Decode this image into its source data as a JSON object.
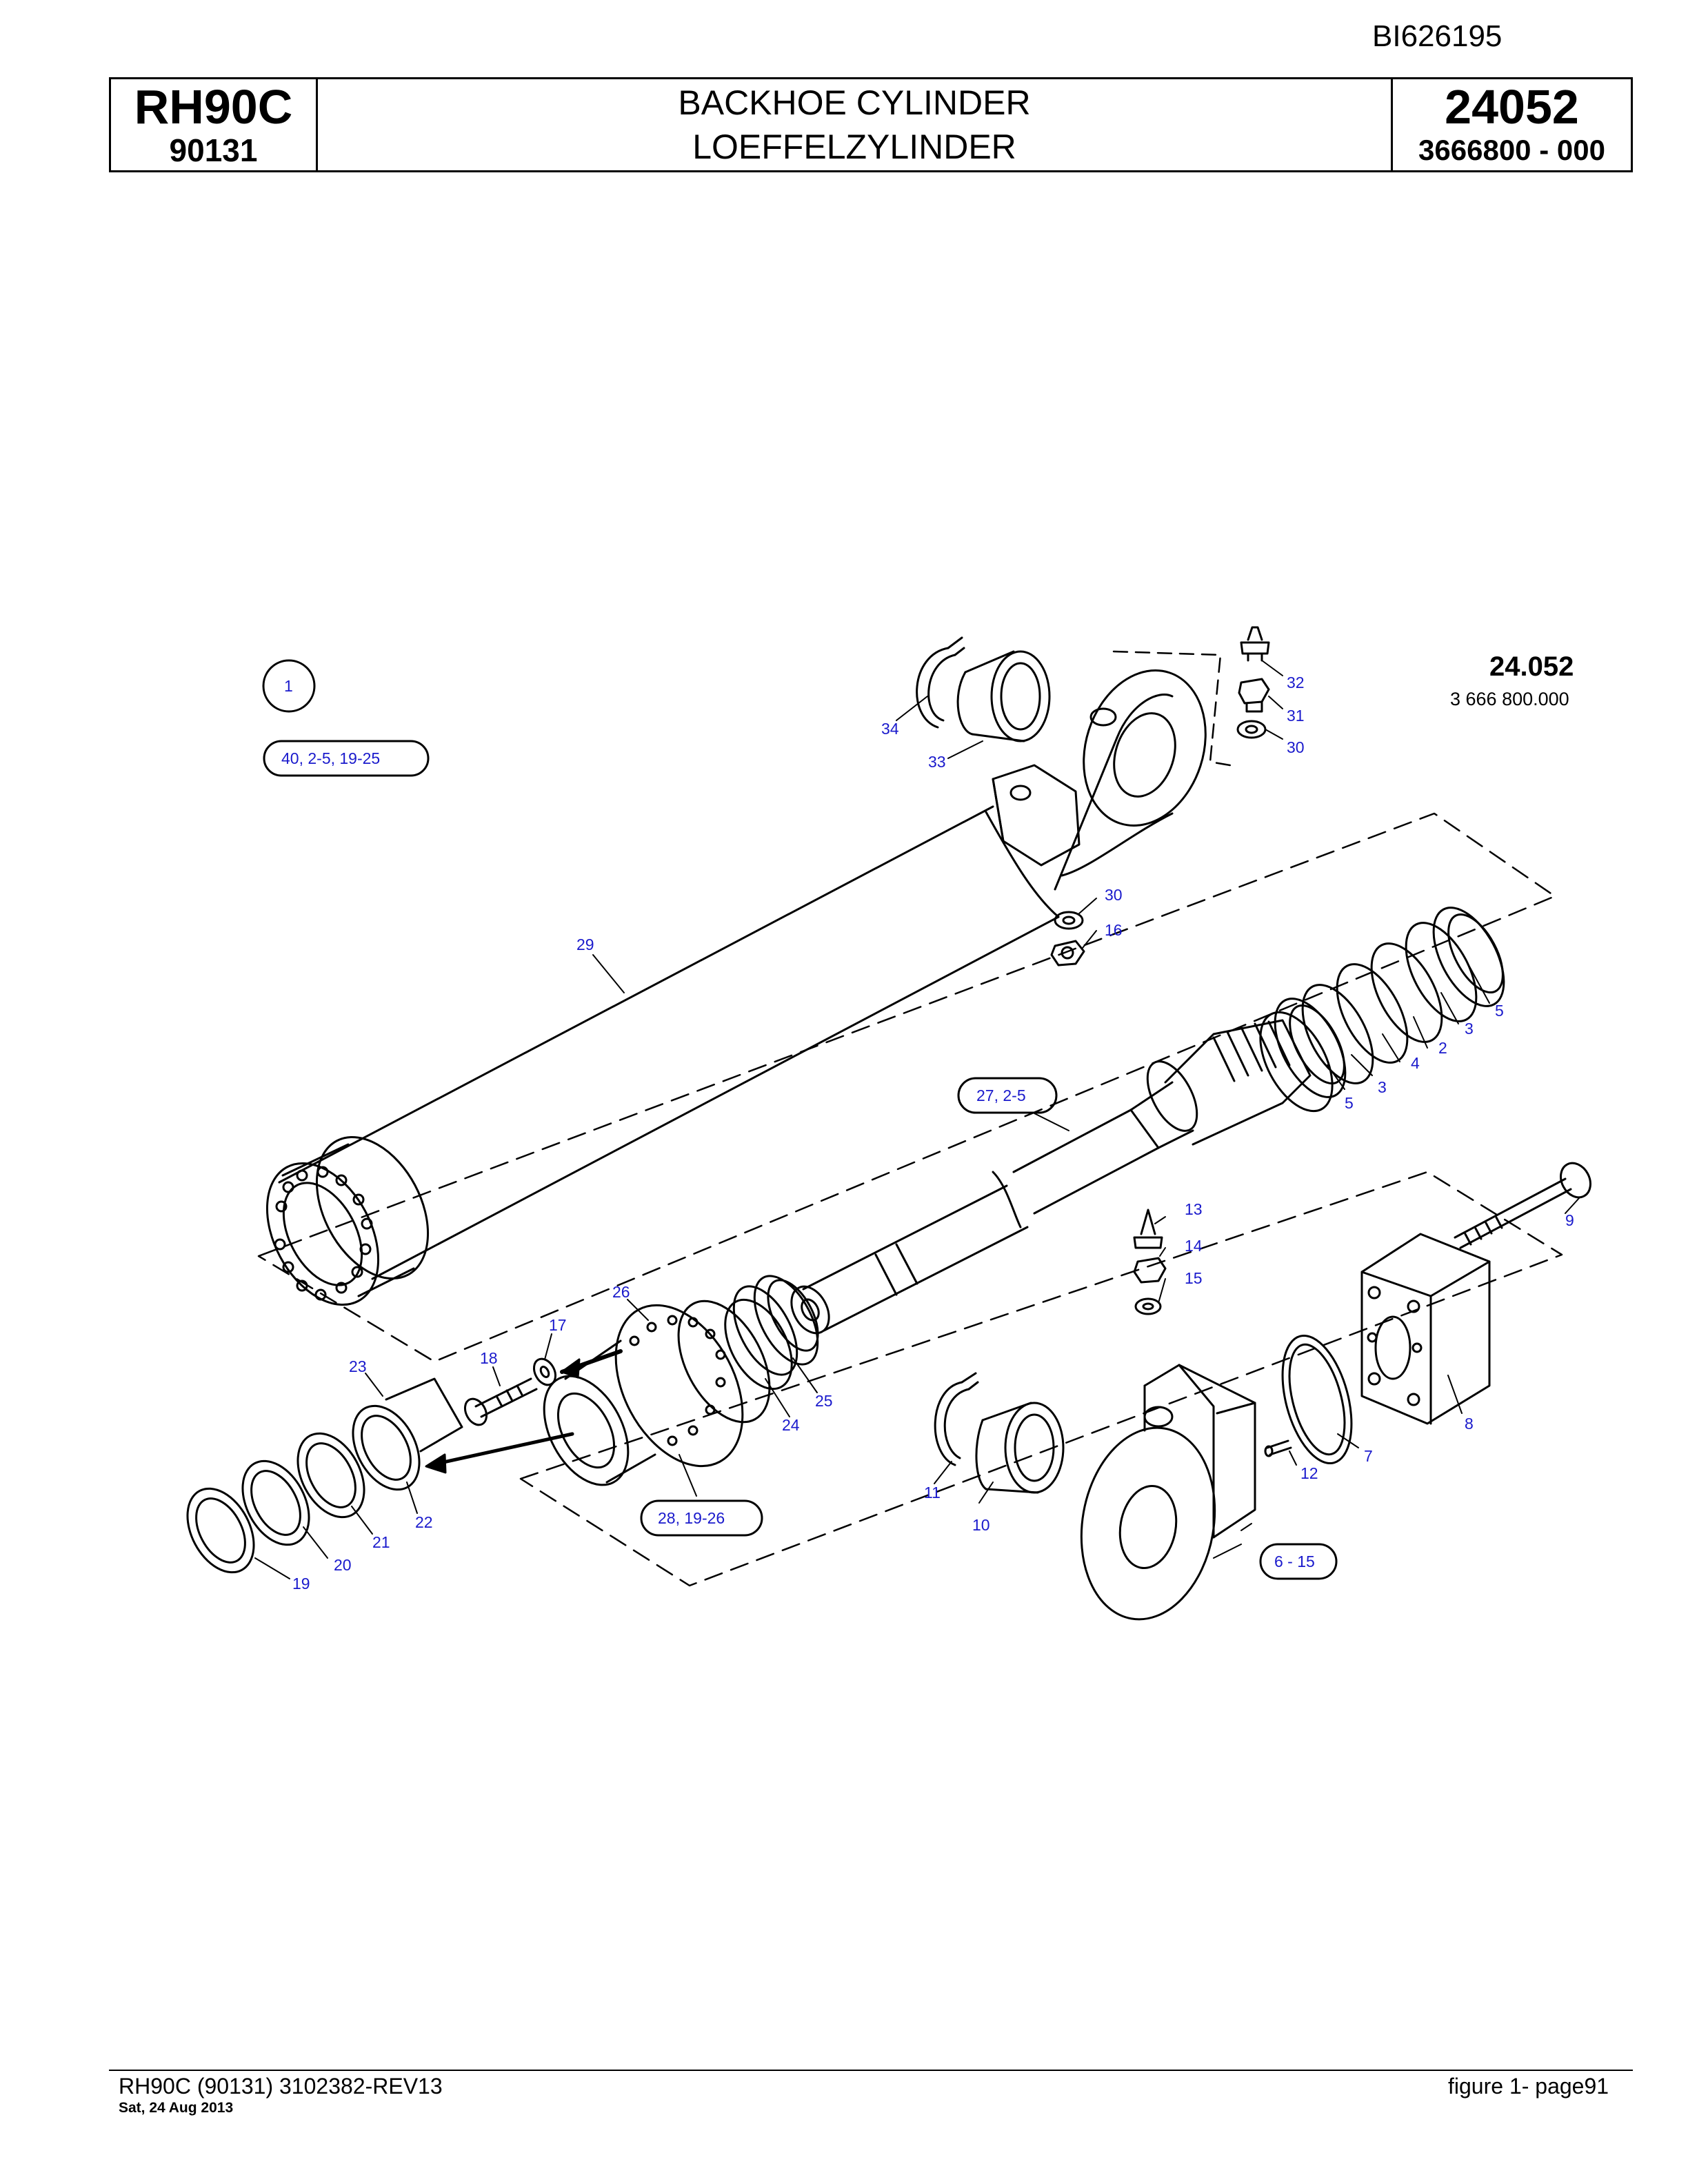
{
  "document_id": "BI626195",
  "header": {
    "model": "RH90C",
    "serial": "90131",
    "title_en": "BACKHOE CYLINDER",
    "title_de": "LOEFFELZYLINDER",
    "group_number": "24052",
    "part_number": "3666800  - 000"
  },
  "drawing": {
    "group_number": "24.052",
    "part_number": "3 666 800.000",
    "callouts": {
      "c1": "1",
      "g1": "40, 2-5, 19-25",
      "g2": "27, 2-5",
      "g3": "28, 19-26",
      "g4": "6 - 15",
      "n2": "2",
      "n3a": "3",
      "n3b": "3",
      "n4": "4",
      "n5a": "5",
      "n5b": "5",
      "n7": "7",
      "n8": "8",
      "n9": "9",
      "n10": "10",
      "n11": "11",
      "n12": "12",
      "n13": "13",
      "n14": "14",
      "n15": "15",
      "n16": "16",
      "n17": "17",
      "n18": "18",
      "n19": "19",
      "n20": "20",
      "n21": "21",
      "n22": "22",
      "n23": "23",
      "n24": "24",
      "n25": "25",
      "n26": "26",
      "n29": "29",
      "n30a": "30",
      "n30b": "30",
      "n31": "31",
      "n32": "32",
      "n33": "33",
      "n34": "34"
    }
  },
  "footer": {
    "left": "RH90C (90131) 3102382-REV13",
    "date": "Sat, 24 Aug 2013",
    "right": "figure  1- page91"
  }
}
